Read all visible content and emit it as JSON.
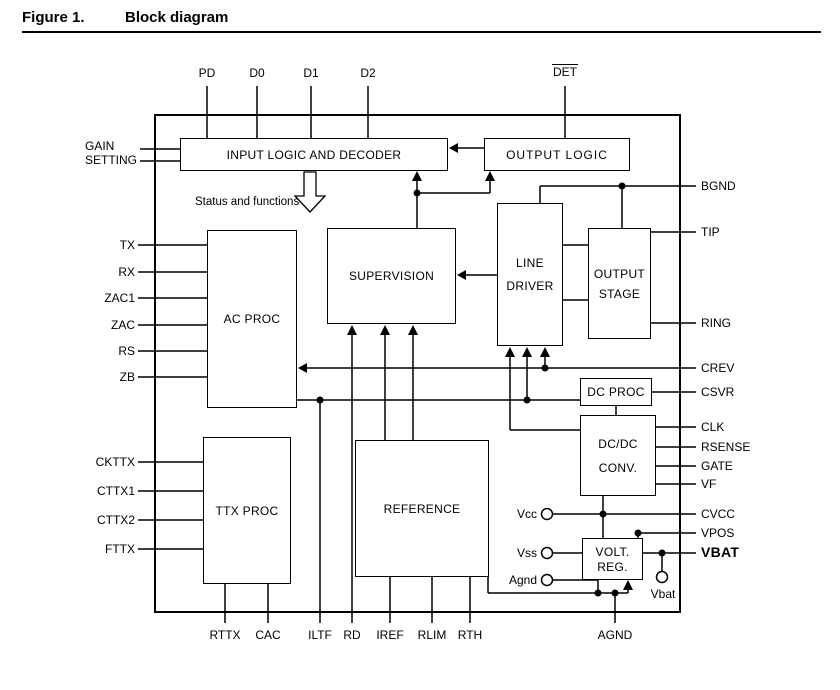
{
  "figure": {
    "label": "Figure 1.",
    "title": "Block diagram"
  },
  "colors": {
    "line": "#000000",
    "background": "#ffffff"
  },
  "blocks": {
    "input_logic": {
      "label": "INPUT LOGIC AND DECODER"
    },
    "output_logic": {
      "label": "OUTPUT LOGIC"
    },
    "supervision": {
      "label": "SUPERVISION"
    },
    "ac_proc": {
      "label": "AC PROC"
    },
    "line_driver": {
      "line1": "LINE",
      "line2": "DRIVER"
    },
    "output_stage": {
      "line1": "OUTPUT",
      "line2": "STAGE"
    },
    "dc_proc": {
      "label": "DC PROC"
    },
    "dcdc_conv": {
      "line1": "DC/DC",
      "line2": "CONV."
    },
    "volt_reg": {
      "line1": "VOLT.",
      "line2": "REG."
    },
    "ttx_proc": {
      "label": "TTX PROC"
    },
    "reference": {
      "label": "REFERENCE"
    }
  },
  "pins": {
    "top": {
      "pd": "PD",
      "d0": "D0",
      "d1": "D1",
      "d2": "D2",
      "det": "DET"
    },
    "left": {
      "gain1": "GAIN",
      "gain2": "SETTING",
      "tx": "TX",
      "rx": "RX",
      "zac1": "ZAC1",
      "zac": "ZAC",
      "rs": "RS",
      "zb": "ZB",
      "ckttx": "CKTTX",
      "cttx1": "CTTX1",
      "cttx2": "CTTX2",
      "fttx": "FTTX"
    },
    "right": {
      "bgnd": "BGND",
      "tip": "TIP",
      "ring": "RING",
      "crev": "CREV",
      "csvr": "CSVR",
      "clk": "CLK",
      "rsense": "RSENSE",
      "gate": "GATE",
      "vf": "VF",
      "cvcc": "CVCC",
      "vpos": "VPOS",
      "vbat": "VBAT",
      "vbat_ext": "Vbat"
    },
    "bottom": {
      "rttx": "RTTX",
      "cac": "CAC",
      "iltf": "ILTF",
      "rd": "RD",
      "iref": "IREF",
      "rlim": "RLIM",
      "rth": "RTH",
      "agnd": "AGND"
    },
    "internal": {
      "vcc": "Vcc",
      "vss": "Vss",
      "agnd": "Agnd"
    }
  },
  "annotations": {
    "status": "Status and functions"
  }
}
